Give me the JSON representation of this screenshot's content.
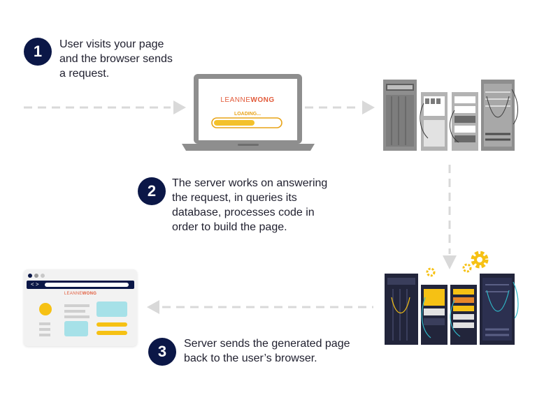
{
  "steps": [
    {
      "number": "1",
      "text": "User visits your page\nand the browser sends\na request."
    },
    {
      "number": "2",
      "text": "The server works on answering\nthe request, in queries its\ndatabase, processes code in\norder to build the page."
    },
    {
      "number": "3",
      "text": "Server sends the generated page\nback to the user’s browser."
    }
  ],
  "laptop": {
    "brand_part1": "LEANNE",
    "brand_part2": "WONG",
    "loading_label": "LOADING...",
    "progress": 0.62
  },
  "browser_page": {
    "brand_part1": "LEANNE",
    "brand_part2": "WONG",
    "nav_glyph": "< >"
  },
  "colors": {
    "navy": "#0b1747",
    "accent_yellow": "#f6c114",
    "accent_orange": "#e8862a",
    "arrow_gray": "#d6d6d6",
    "server_gray": "#8e8e8e",
    "server_dark": "#22253b",
    "teal": "#2fb7c7"
  }
}
